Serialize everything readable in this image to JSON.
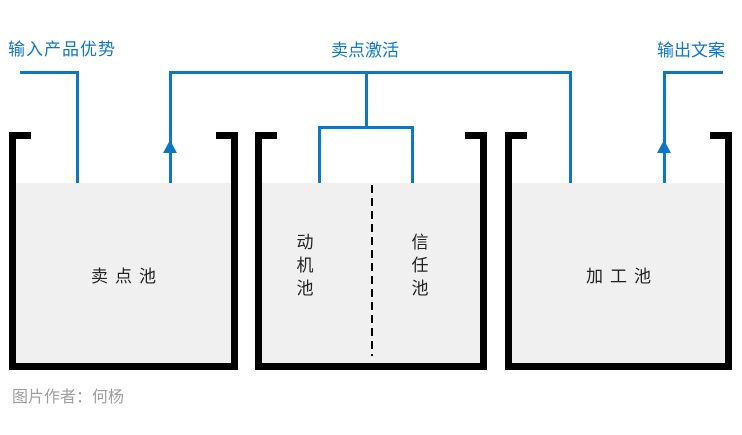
{
  "colors": {
    "accent": "#0e76c7",
    "pool_border": "#000000",
    "pool_fill": "#f0f0f0",
    "pool_label": "#222222",
    "caption": "#9e9e9e"
  },
  "header": {
    "input_label": "输入产品优势",
    "activation_label": "卖点激活",
    "output_label": "输出文案"
  },
  "pools": {
    "selling_point": {
      "label": "卖点池"
    },
    "middle": {
      "motivation_label": "动\n机\n池",
      "trust_label": "信\n任\n池"
    },
    "processing": {
      "label": "加工池"
    }
  },
  "footer": {
    "caption": "图片作者：何杨"
  }
}
